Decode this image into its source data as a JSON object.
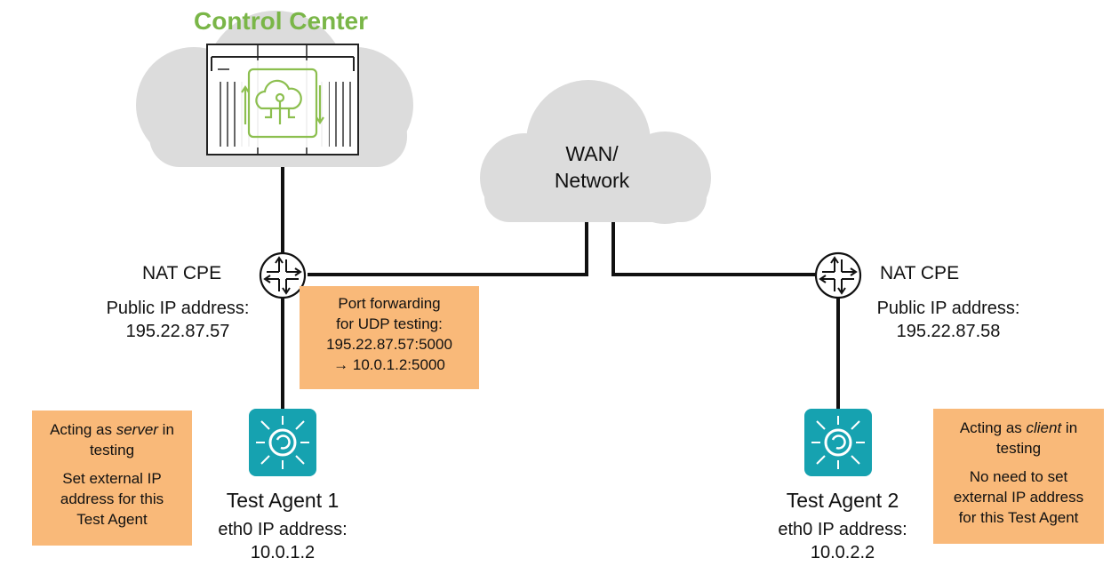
{
  "control_center": {
    "title": "Control Center"
  },
  "wan": {
    "line1": "WAN/",
    "line2": "Network"
  },
  "left_cpe": {
    "label": "NAT CPE",
    "ip_label": "Public IP address:",
    "ip": "195.22.87.57"
  },
  "right_cpe": {
    "label": "NAT CPE",
    "ip_label": "Public IP address:",
    "ip": "195.22.87.58"
  },
  "port_forwarding": {
    "line1": "Port forwarding",
    "line2": "for UDP testing:",
    "line3": "195.22.87.57:5000",
    "line4": "→ 10.0.1.2:5000"
  },
  "agent1": {
    "name": "Test Agent 1",
    "ip_label": "eth0 IP address:",
    "ip": "10.0.1.2"
  },
  "agent2": {
    "name": "Test Agent 2",
    "ip_label": "eth0 IP address:",
    "ip": "10.0.2.2"
  },
  "server_note": {
    "prefix": "Acting as ",
    "role": "server",
    "suffix": " in",
    "line2": "testing",
    "line3": "Set external IP",
    "line4": "address for this",
    "line5": "Test Agent"
  },
  "client_note": {
    "prefix": "Acting as ",
    "role": "client",
    "suffix": " in",
    "line2": "testing",
    "line3": "No need to set",
    "line4": "external IP address",
    "line5": "for this Test Agent"
  },
  "colors": {
    "accent_green": "#7ab648",
    "cloud": "#dcdcdc",
    "note_orange": "#f9b979",
    "agent_teal": "#16a2b0"
  }
}
